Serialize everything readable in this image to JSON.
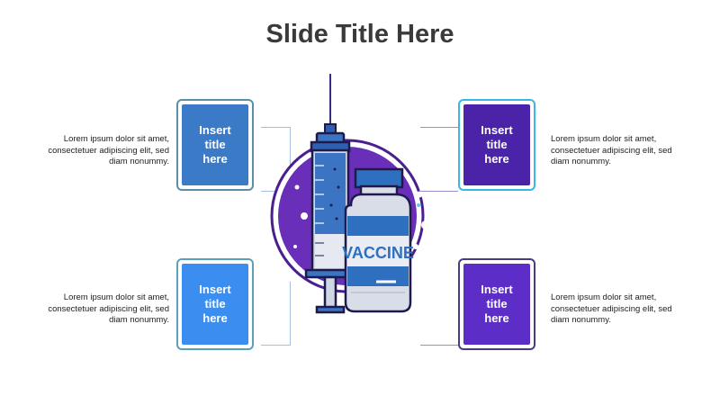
{
  "slide": {
    "title": "Slide Title Here"
  },
  "cards": [
    {
      "id": "top-left",
      "label": "Insert\ntitle\nhere",
      "fill": "#3a7ac7",
      "border": "#5b8fa8",
      "text": "Lorem ipsum dolor sit amet, consectetuer adipiscing elit, sed diam nonummy."
    },
    {
      "id": "bottom-left",
      "label": "Insert\ntitle\nhere",
      "fill": "#3b8ef0",
      "border": "#5b9fb8",
      "text": "Lorem ipsum dolor sit amet, consectetuer adipiscing elit, sed diam nonummy."
    },
    {
      "id": "top-right",
      "label": "Insert\ntitle\nhere",
      "fill": "#4a23a8",
      "border": "#38b6e6",
      "text": "Lorem ipsum dolor sit amet, consectetuer adipiscing elit, sed diam nonummy."
    },
    {
      "id": "bottom-right",
      "label": "Insert\ntitle\nhere",
      "fill": "#5d2ec7",
      "border": "#4a3a82",
      "text": "Lorem ipsum dolor sit amet, consectetuer adipiscing elit, sed diam nonummy."
    }
  ],
  "illustration": {
    "vial_label": "VACCINE",
    "icons": [
      "syringe-icon",
      "vaccine-vial-icon"
    ],
    "colors": {
      "circle": "#6a2fb8",
      "syringe_blue": "#3b74c2",
      "dark_outline": "#1f1a4d",
      "vial_cap": "#2f6fc0",
      "vial_body": "#d9dde8"
    }
  }
}
